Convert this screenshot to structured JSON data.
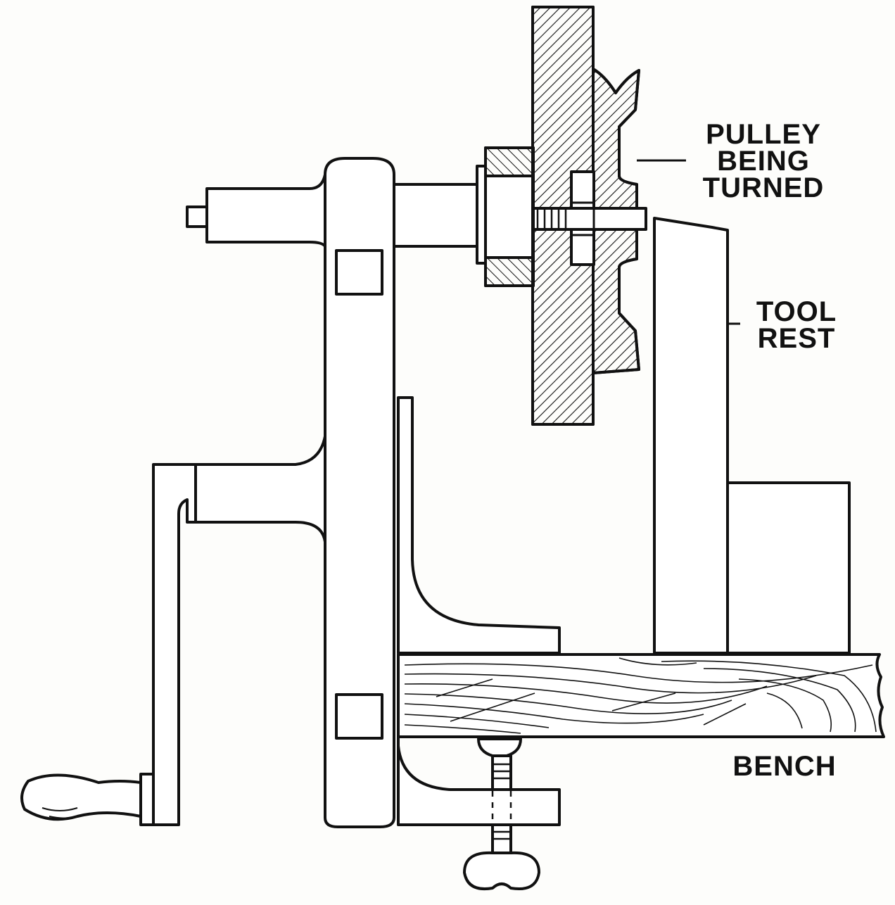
{
  "labels": {
    "pulley_line1": "PULLEY",
    "pulley_line2": "BEING",
    "pulley_line3": "TURNED",
    "tool_line1": "TOOL",
    "tool_line2": "REST",
    "bench": "BENCH"
  },
  "colors": {
    "ink": "#111111",
    "paper": "#fdfdfb"
  }
}
